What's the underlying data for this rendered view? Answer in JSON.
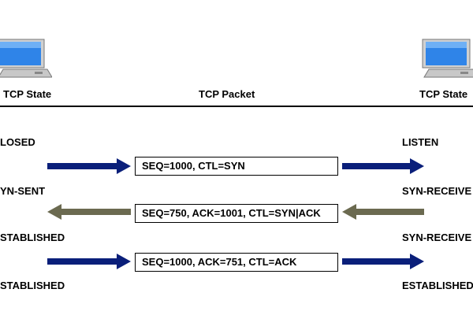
{
  "header": {
    "left_label": "TCP State",
    "center_label": "TCP Packet",
    "right_label": "TCP State"
  },
  "colors": {
    "forward_arrow": "#0a1f7a",
    "backward_arrow": "#6b6a50",
    "monitor_screen": "#2f84e8",
    "computer_body": "#c8c8c8"
  },
  "icons": {
    "left": "computer-icon",
    "right": "computer-icon"
  },
  "rows": [
    {
      "left_state": "LOSED",
      "packet": "SEQ=1000, CTL=SYN",
      "right_state": "LISTEN",
      "direction": "forward"
    },
    {
      "left_state": "YN-SENT",
      "packet": "SEQ=750, ACK=1001, CTL=SYN|ACK",
      "right_state": "SYN-RECEIVE",
      "direction": "backward"
    },
    {
      "left_state": "STABLISHED",
      "packet": "SEQ=1000, ACK=751, CTL=ACK",
      "right_state": "SYN-RECEIVE",
      "direction": "forward"
    },
    {
      "left_state": "STABLISHED",
      "packet": "",
      "right_state": "ESTABLISHED",
      "direction": "none"
    }
  ]
}
